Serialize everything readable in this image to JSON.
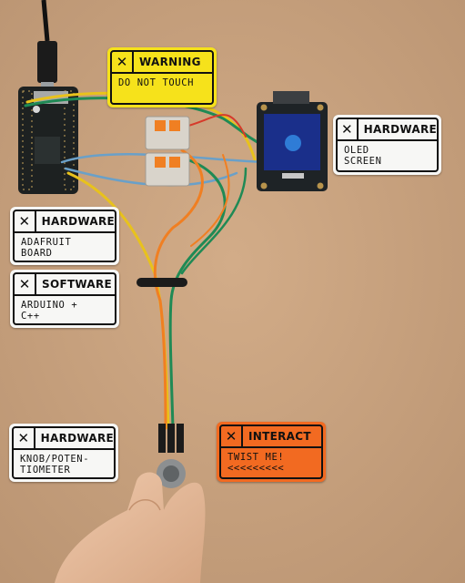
{
  "labels": {
    "warning": {
      "x_icon": "✕",
      "category": "WARNING",
      "text": "DO NOT TOUCH"
    },
    "oled": {
      "x_icon": "✕",
      "category": "HARDWARE",
      "text": "OLED\nSCREEN"
    },
    "adafruit": {
      "x_icon": "✕",
      "category": "HARDWARE",
      "text": "ADAFRUIT\nBOARD"
    },
    "software": {
      "x_icon": "✕",
      "category": "SOFTWARE",
      "text": "ARDUINO +\nC++"
    },
    "knob": {
      "x_icon": "✕",
      "category": "HARDWARE",
      "text": "KNOB/POTEN-\nTIOMETER"
    },
    "interact": {
      "x_icon": "✕",
      "category": "INTERACT",
      "text": "TWIST ME!\n<<<<<<<<<"
    }
  },
  "colors": {
    "board": "#caa27d",
    "feather": "#1c1f1e",
    "oled_glass": "#1a2f8a",
    "oled_dot": "#2f7cd6",
    "wire_yellow": "#e8c21c",
    "wire_green": "#1f8a55",
    "wire_orange": "#f07f22",
    "wire_blue": "#6aa0c8",
    "wire_red": "#d63a2a",
    "skin": "#e2b89a"
  }
}
